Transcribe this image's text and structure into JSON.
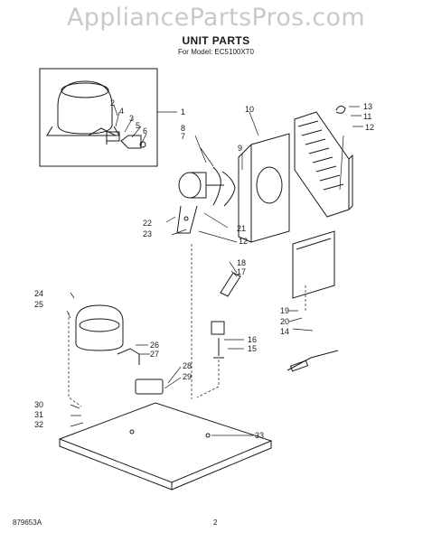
{
  "watermark": "AppliancePartsPros.com",
  "title": "UNIT PARTS",
  "subtitle": "For Model: EC5100XT0",
  "doc_code": "879653A",
  "page_number": "2",
  "callouts": [
    "1",
    "2",
    "3",
    "4",
    "5",
    "6",
    "7",
    "8",
    "9",
    "10",
    "11",
    "12",
    "12",
    "13",
    "14",
    "15",
    "16",
    "17",
    "18",
    "19",
    "20",
    "21",
    "22",
    "23",
    "24",
    "25",
    "26",
    "27",
    "28",
    "29",
    "30",
    "31",
    "32",
    "33"
  ]
}
